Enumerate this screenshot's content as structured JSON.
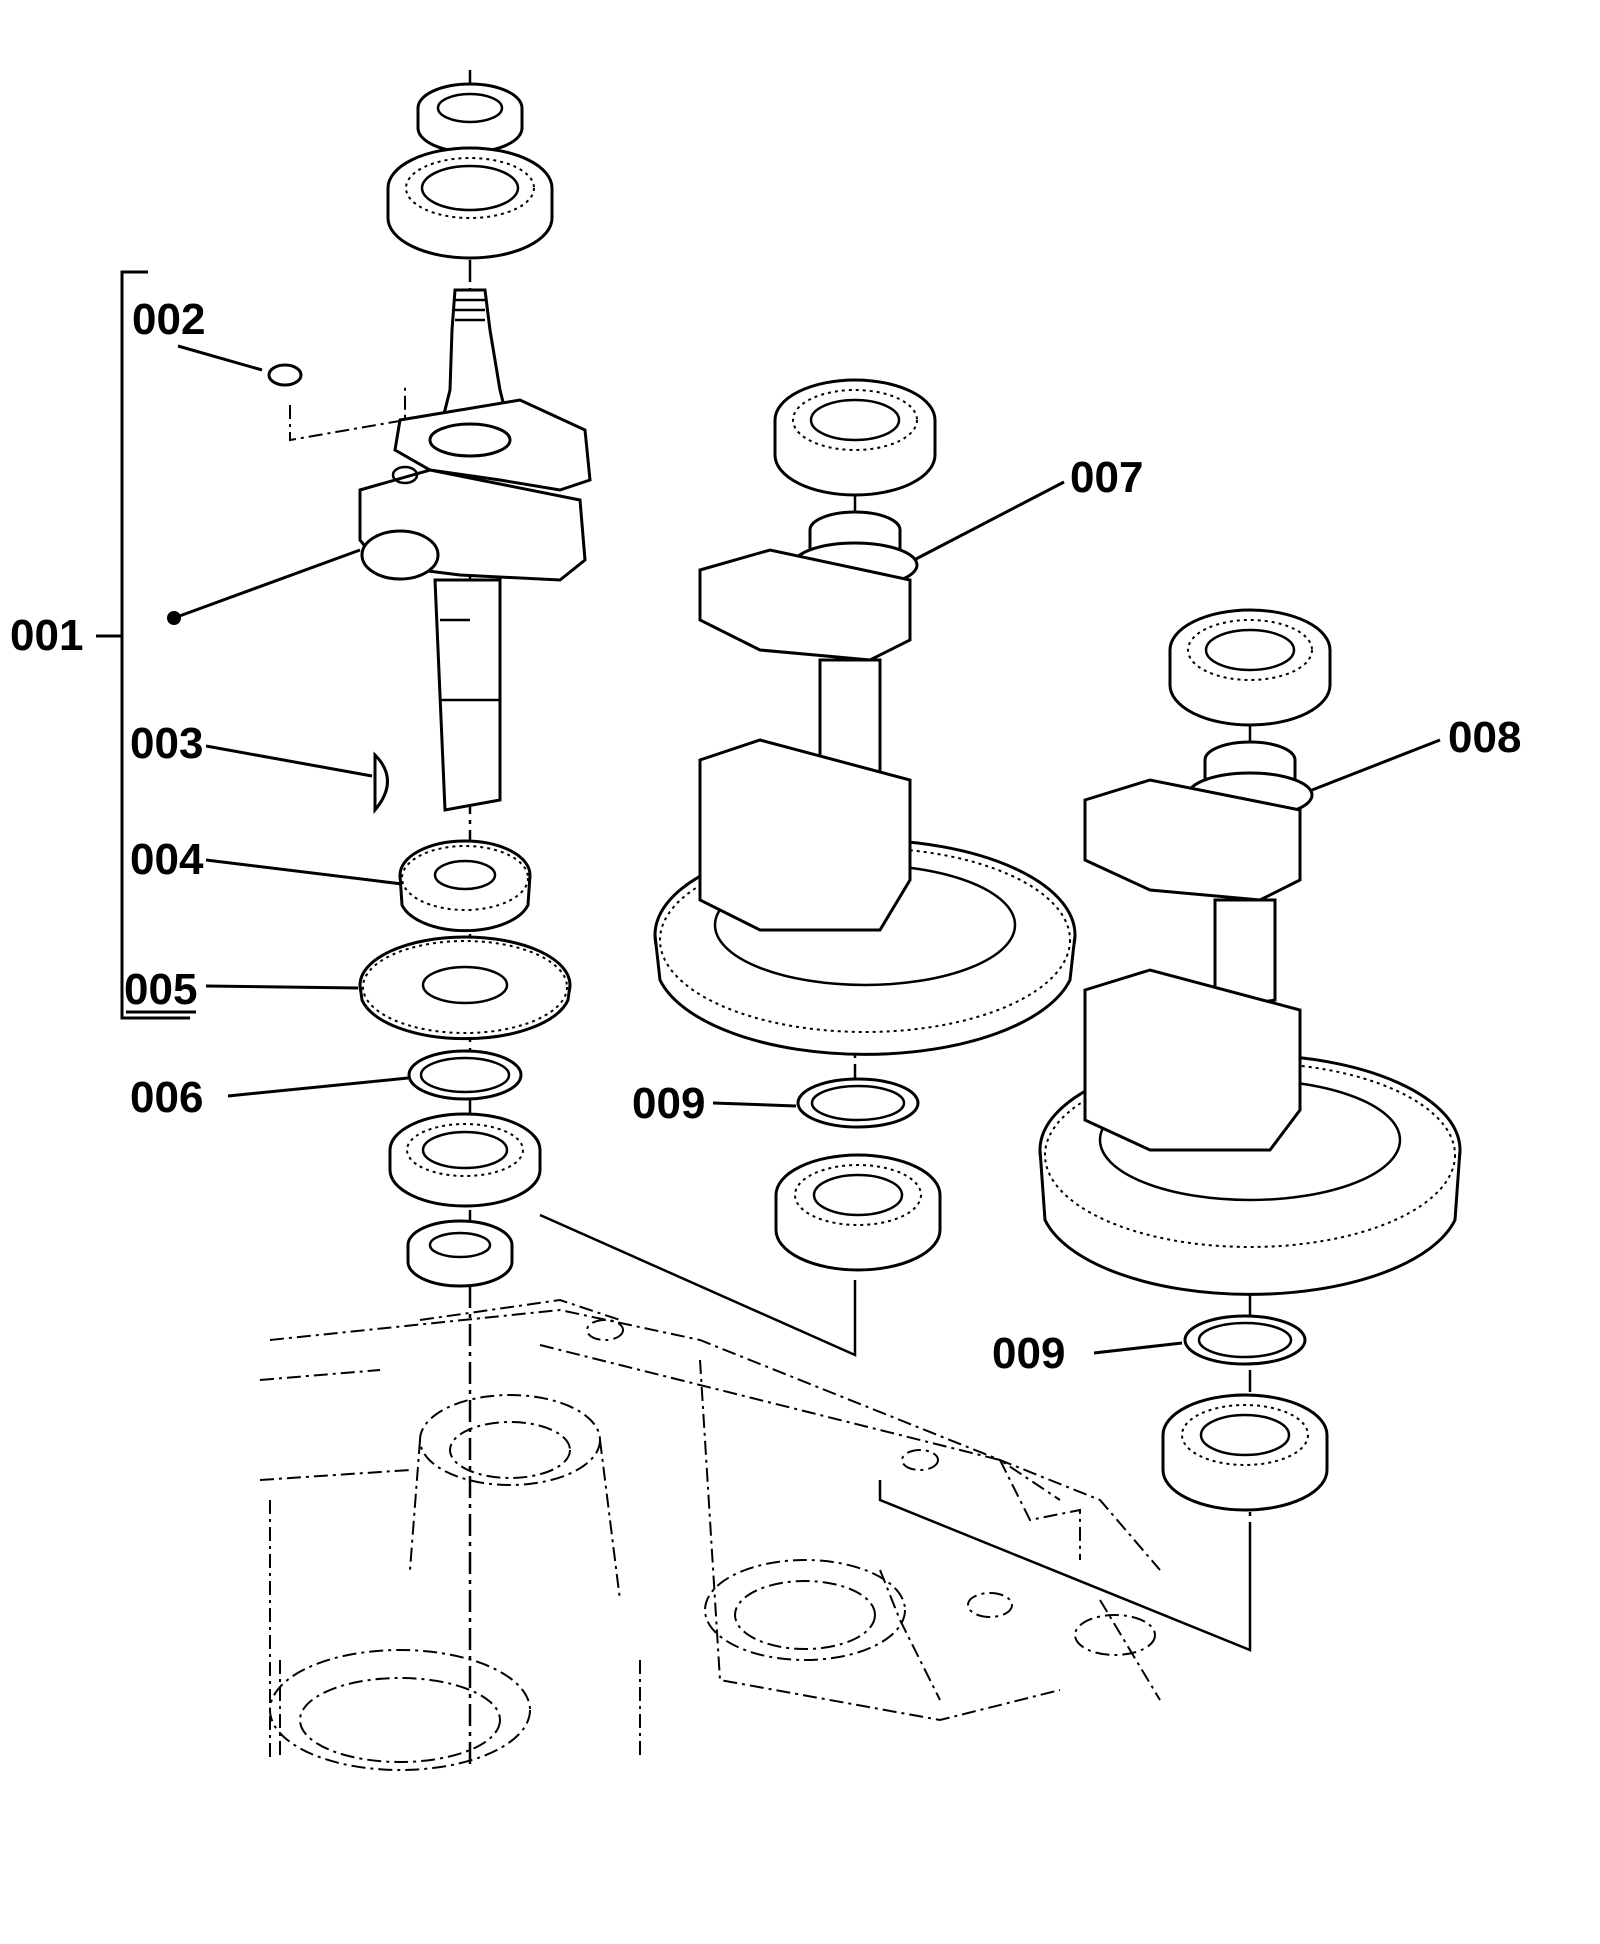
{
  "callouts": {
    "c001": "001",
    "c002": "002",
    "c003": "003",
    "c004": "004",
    "c005": "005",
    "c006": "006",
    "c007": "007",
    "c008": "008",
    "c009a": "009",
    "c009b": "009"
  }
}
